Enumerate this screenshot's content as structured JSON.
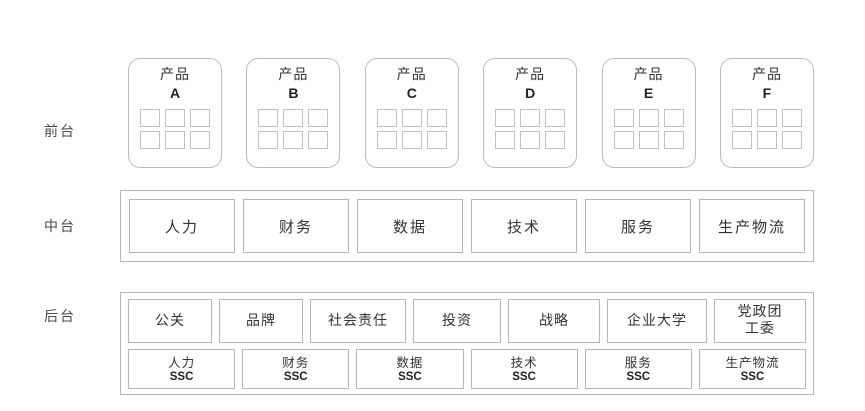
{
  "rows": {
    "front_label": "前台",
    "middle_label": "中台",
    "back_label": "后台"
  },
  "front_stage": {
    "products": [
      {
        "title": "产品",
        "letter": "A",
        "tile_count": 6
      },
      {
        "title": "产品",
        "letter": "B",
        "tile_count": 6
      },
      {
        "title": "产品",
        "letter": "C",
        "tile_count": 6
      },
      {
        "title": "产品",
        "letter": "D",
        "tile_count": 6
      },
      {
        "title": "产品",
        "letter": "E",
        "tile_count": 6
      },
      {
        "title": "产品",
        "letter": "F",
        "tile_count": 6
      }
    ]
  },
  "middle_stage": {
    "cells": [
      {
        "label": "人力"
      },
      {
        "label": "财务"
      },
      {
        "label": "数据"
      },
      {
        "label": "技术"
      },
      {
        "label": "服务"
      },
      {
        "label": "生产物流"
      }
    ]
  },
  "back_stage": {
    "top_cells": [
      {
        "label": "公关"
      },
      {
        "label": "品牌"
      },
      {
        "label": "社会责任"
      },
      {
        "label": "投资"
      },
      {
        "label": "战略"
      },
      {
        "label": "企业大学"
      },
      {
        "label": "党政团\n工委"
      }
    ],
    "ssc_cells": [
      {
        "name": "人力",
        "tag": "SSC"
      },
      {
        "name": "财务",
        "tag": "SSC"
      },
      {
        "name": "数据",
        "tag": "SSC"
      },
      {
        "name": "技术",
        "tag": "SSC"
      },
      {
        "name": "服务",
        "tag": "SSC"
      },
      {
        "name": "生产物流",
        "tag": "SSC"
      }
    ]
  },
  "colors": {
    "border": "#b5b8ba",
    "card_border": "#b9bcbe",
    "text": "#333333",
    "background": "#ffffff"
  }
}
